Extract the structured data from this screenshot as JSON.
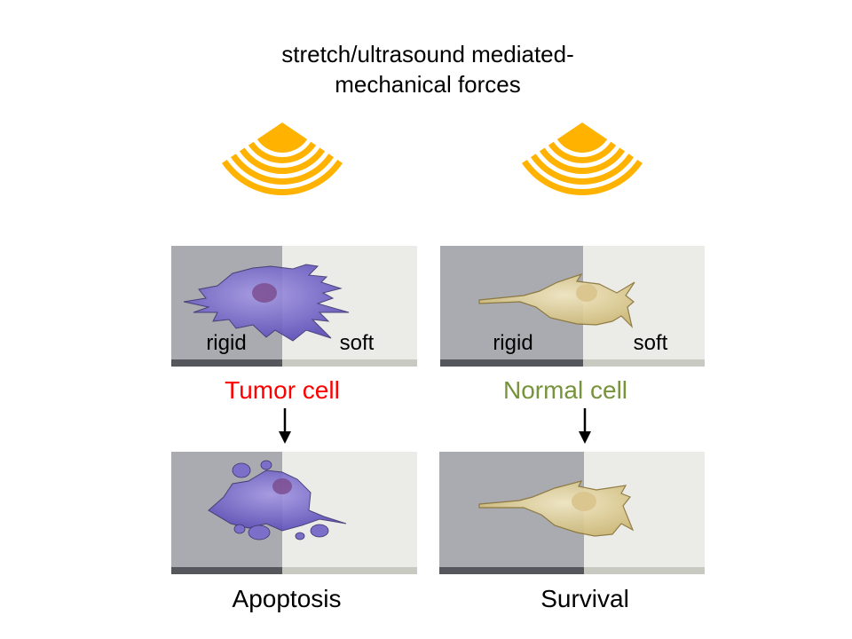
{
  "title": {
    "line1": "stretch/ultrasound mediated-",
    "line2": "mechanical forces"
  },
  "panels": {
    "rigid_label": "rigid",
    "soft_label": "soft"
  },
  "left": {
    "cell_label": "Tumor cell",
    "outcome": "Apoptosis"
  },
  "right": {
    "cell_label": "Normal cell",
    "outcome": "Survival"
  },
  "icons": {
    "force": "ultrasound-wave-icon",
    "arrow": "arrow-down-icon"
  },
  "colors": {
    "ultrasound": "#ffb300",
    "tumor_label": "#ff0000",
    "normal_label": "#77933c",
    "tumor_cell": "#7b6fc9",
    "normal_cell": "#e3d4a0",
    "rigid": "#a9abb0",
    "soft": "#ebebe7"
  }
}
